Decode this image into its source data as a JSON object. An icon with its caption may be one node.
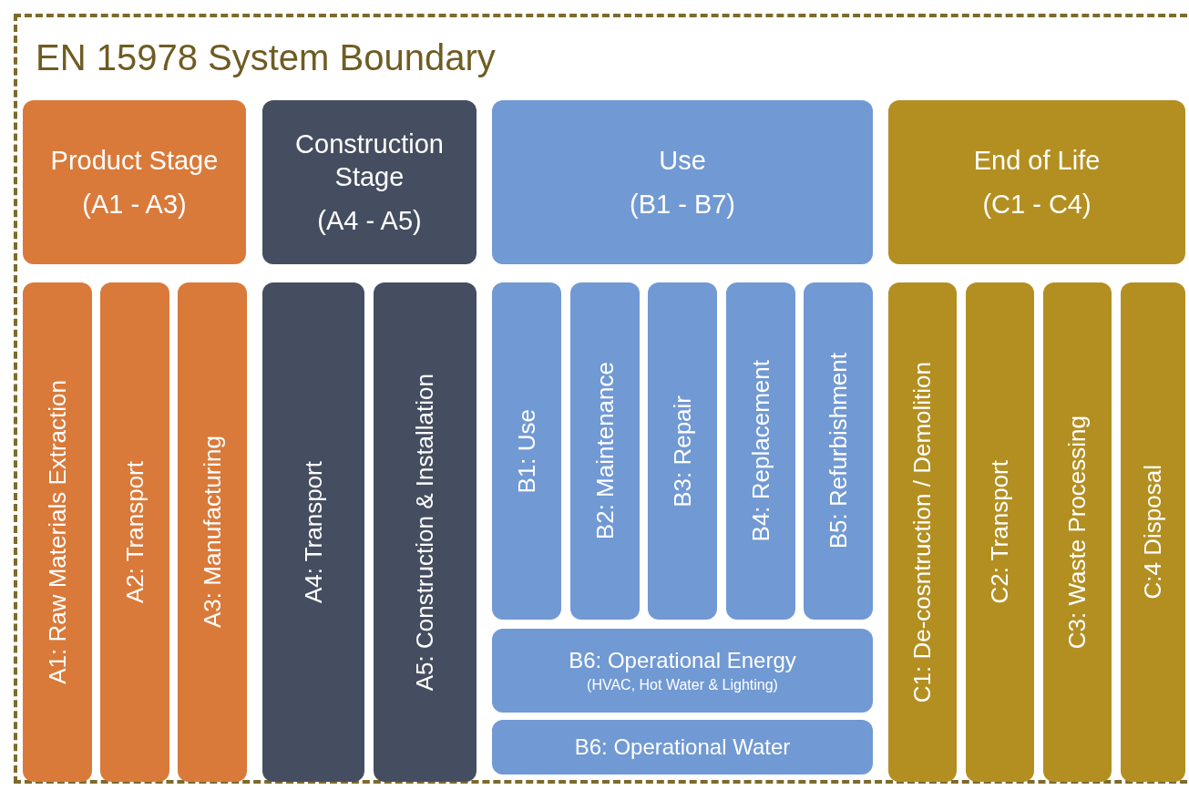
{
  "diagram": {
    "nodes": [
      {
        "text": [
          "EN 15978 System Boundary"
        ]
      },
      {
        "text": [
          "Product Stage",
          "(A1 - A3)"
        ],
        "in": 0
      },
      {
        "text": [
          "A1: Raw Materials Extraction"
        ],
        "in": 0
      },
      {
        "text": [
          "A2: Transport"
        ],
        "in": 0
      },
      {
        "text": [
          "A3: Manufacturing"
        ],
        "in": 0
      },
      {
        "text": [
          "Construction Stage",
          "(A4 - A5)"
        ],
        "in": 0
      },
      {
        "text": [
          "A4: Transport"
        ],
        "in": 0
      },
      {
        "text": [
          "A5: Construction & Installation"
        ],
        "in": 0
      },
      {
        "text": [
          "Use",
          "(B1 - B7)"
        ],
        "in": 0
      },
      {
        "text": [
          "B1: Use"
        ],
        "in": 0
      },
      {
        "text": [
          "B2: Maintenance"
        ],
        "in": 0
      },
      {
        "text": [
          "B3: Repair"
        ],
        "in": 0
      },
      {
        "text": [
          "B4: Replacement"
        ],
        "in": 0
      },
      {
        "text": [
          "B5: Refurbishment"
        ],
        "in": 0
      },
      {
        "text": [
          "B6: Operational Energy",
          "(HVAC, Hot Water & Lighting)"
        ],
        "in": 0
      },
      {
        "text": [
          "B6: Operational Water"
        ],
        "in": 0
      },
      {
        "text": [
          "End of Life",
          "(C1 - C4)"
        ],
        "in": 0
      },
      {
        "text": [
          "C1: De-cosntruction / Demolition"
        ],
        "in": 0
      },
      {
        "text": [
          "C2: Transport"
        ],
        "in": 0
      },
      {
        "text": [
          "C3: Waste Processing"
        ],
        "in": 0
      },
      {
        "text": [
          "C:4 Disposal"
        ],
        "in": 0
      }
    ]
  }
}
